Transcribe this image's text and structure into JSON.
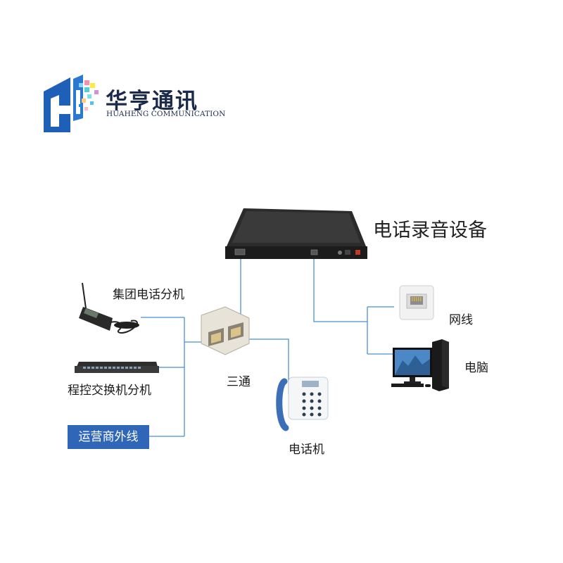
{
  "brand": {
    "name_cn": "华亨通讯",
    "name_en": "HUAHENG COMMUNICATION"
  },
  "device": {
    "title": "电话录音设备"
  },
  "labels": {
    "group_phone": "集团电话分机",
    "pbx": "程控交换机分机",
    "operator_line": "运营商外线",
    "splitter": "三通",
    "telephone": "电话机",
    "network_cable": "网线",
    "computer": "电脑"
  },
  "colors": {
    "line": "#4a8fd6",
    "badge": "#2f66b8",
    "logo_blue": "#1e5fb8"
  },
  "icons": [
    "logo-mark-icon",
    "recorder-device-icon",
    "mobile-phone-icon",
    "switch-icon",
    "splitter-icon",
    "desk-phone-icon",
    "rj45-socket-icon",
    "computer-icon"
  ]
}
